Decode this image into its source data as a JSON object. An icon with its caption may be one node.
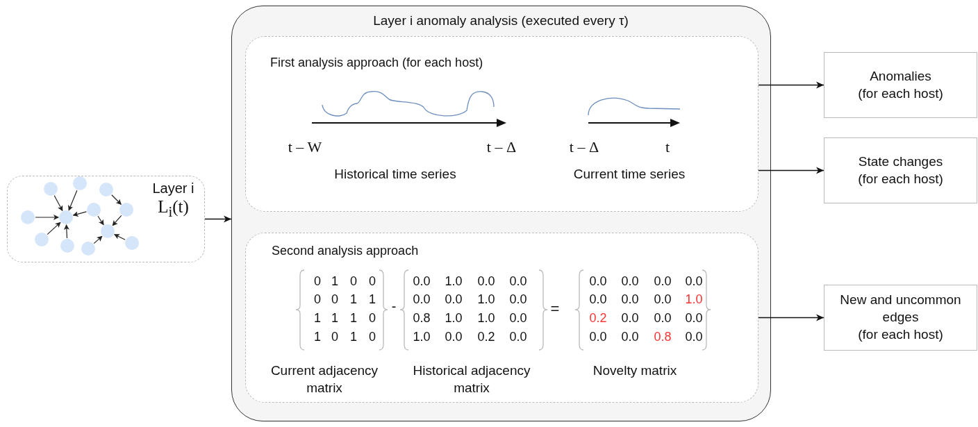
{
  "diagram": {
    "nodes": [
      {
        "text": [
          "Layer i",
          "L$_{i}$(t)"
        ]
      },
      {
        "text": [
          "Layer i anomaly analysis (executed every τ)"
        ]
      },
      {
        "text": [
          "First analysis approach (for each host)"
        ],
        "in": 1
      },
      {
        "text": [
          "Second analysis approach"
        ],
        "in": 1
      },
      {
        "text": [
          "Anomalies",
          "(for each host)"
        ]
      },
      {
        "text": [
          "State changes",
          "(for each host)"
        ]
      },
      {
        "text": [
          "New and uncommon edges",
          "(for each host)"
        ]
      }
    ],
    "edges": [
      {
        "from": 0,
        "to": 1,
        "arrow": "to"
      },
      {
        "from": 2,
        "to": 4,
        "arrow": "to"
      },
      {
        "from": 2,
        "to": 5,
        "arrow": "to"
      },
      {
        "from": 3,
        "to": 6,
        "arrow": "to"
      }
    ],
    "labels": [
      "t – W",
      "t – Δ",
      "Historical time series",
      "t – Δ",
      "t",
      "Current time series",
      "0",
      "1",
      "0",
      "0",
      "0",
      "0",
      "1",
      "1",
      "1",
      "1",
      "1",
      "0",
      "1",
      "0",
      "1",
      "0",
      "-",
      "0.0",
      "1.0",
      "0.0",
      "0.0",
      "0.0",
      "0.0",
      "1.0",
      "0.0",
      "0.8",
      "1.0",
      "1.0",
      "0.0",
      "1.0",
      "0.0",
      "0.2",
      "0.0",
      "=",
      "0.0",
      "0.0",
      "0.0",
      "0.0",
      "0.0",
      "0.0",
      "0.0",
      "1.0",
      "0.2",
      "0.0",
      "0.0",
      "0.0",
      "0.0",
      "0.0",
      "0.8",
      "0.0",
      "Current adjacency matrix",
      "Historical adjacency matrix",
      "Novelty matrix"
    ]
  }
}
